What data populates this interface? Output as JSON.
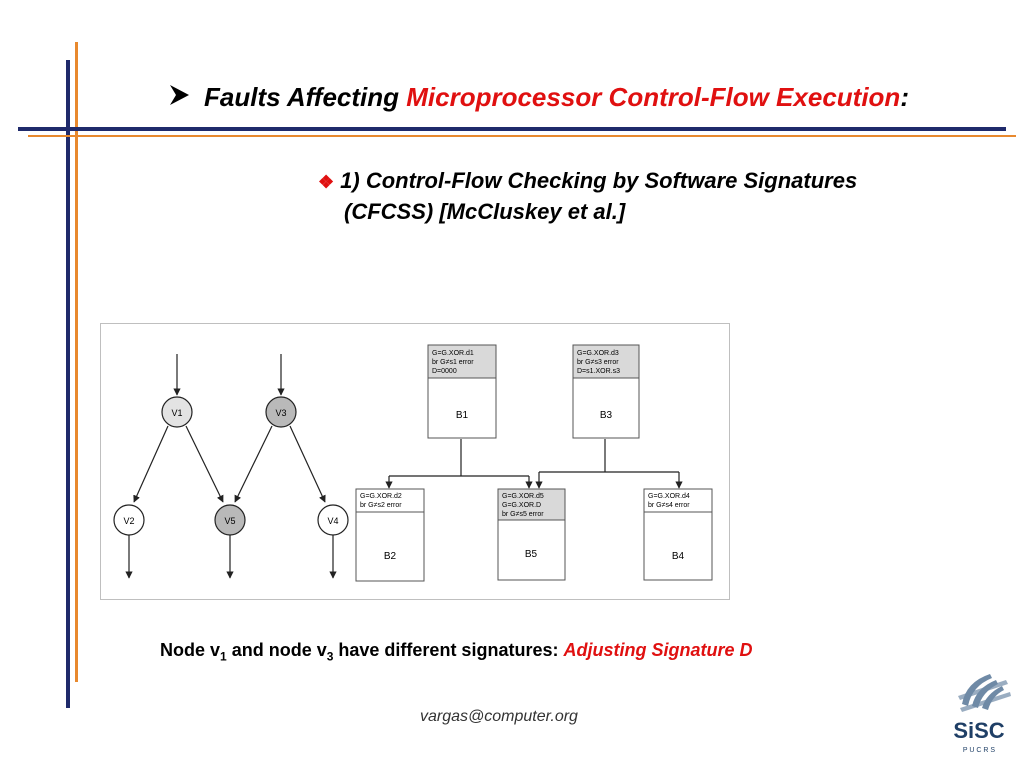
{
  "title": {
    "prefix": "Faults Affecting ",
    "highlight": "Microprocessor Control-Flow Execution",
    "suffix": ":"
  },
  "bullet": {
    "line1": "1) Control-Flow Checking by Software Signatures",
    "line2": "(CFCSS) [McCluskey et al.]"
  },
  "graph": {
    "nodes": [
      "V1",
      "V2",
      "V3",
      "V4",
      "V5"
    ]
  },
  "blocks": {
    "b1": {
      "name": "B1",
      "code": [
        "G=G.XOR.d1",
        "br G≠s1  error",
        "D=0000"
      ]
    },
    "b3": {
      "name": "B3",
      "code": [
        "G=G.XOR.d3",
        "br G≠s3  error",
        "D=s1.XOR.s3"
      ]
    },
    "b2": {
      "name": "B2",
      "code": [
        "G=G.XOR.d2",
        "br G≠s2  error"
      ]
    },
    "b5": {
      "name": "B5",
      "code": [
        "G=G.XOR.d5",
        "G=G.XOR.D",
        "br G≠s5  error"
      ]
    },
    "b4": {
      "name": "B4",
      "code": [
        "G=G.XOR.d4",
        "br G≠s4  error"
      ]
    }
  },
  "caption": {
    "part1": "Node v",
    "sub1": "1",
    "part2": " and node v",
    "sub2": "3",
    "part3": " have different signatures: ",
    "highlight": "Adjusting Signature D"
  },
  "footer": {
    "email": "vargas@computer.org"
  },
  "logo": {
    "main": "SiSC",
    "sub": "P U C R S"
  },
  "colors": {
    "accent_red": "#e01010",
    "navy": "#1f2a6b",
    "orange": "#e8892e"
  }
}
